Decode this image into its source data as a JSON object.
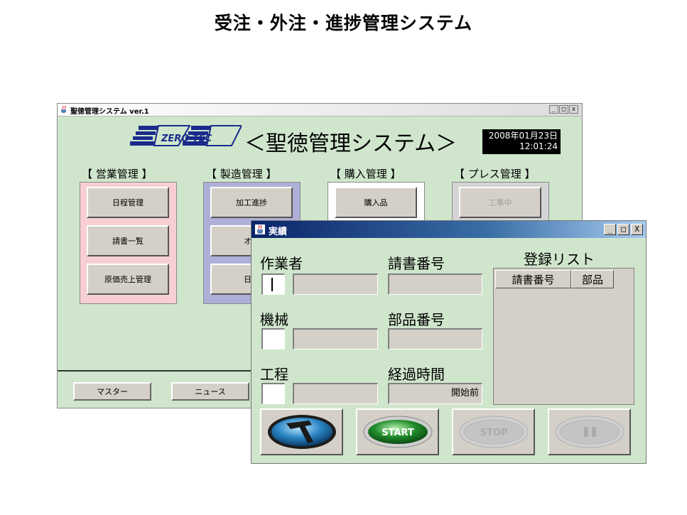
{
  "slide": {
    "title": "受注・外注・進捗管理システム"
  },
  "main_window": {
    "title": "聖徳管理システム  ver.1",
    "window_buttons": {
      "minimize": "_",
      "maximize": "□",
      "close": "x"
    },
    "logo_text": "ZERO TEC",
    "system_title": "＜聖徳管理システム＞",
    "date": "2008年01月23日",
    "time": "12:01:24",
    "sections": [
      {
        "header": "【 営業管理 】",
        "buttons": [
          "日程管理",
          "請書一覧",
          "原価売上管理"
        ]
      },
      {
        "header": "【 製造管理 】",
        "buttons": [
          "加工進捗",
          "オー",
          "日報"
        ]
      },
      {
        "header": "【 購入管理 】",
        "buttons": [
          "購入品"
        ]
      },
      {
        "header": "【 プレス管理 】",
        "buttons": [
          "工事中"
        ]
      }
    ],
    "bottom_buttons": [
      "マスター",
      "ニュース"
    ]
  },
  "results_window": {
    "title": "実績",
    "window_buttons": {
      "minimize": "_",
      "maximize": "□",
      "close": "X"
    },
    "labels": {
      "worker": "作業者",
      "order_no": "請書番号",
      "machine": "機械",
      "part_no": "部品番号",
      "process": "工程",
      "elapsed": "経過時間"
    },
    "elapsed_value": "開始前",
    "list_title": "登録リスト",
    "list_columns": [
      "請書番号",
      "部品"
    ],
    "controls": {
      "start": "START",
      "stop": "STOP"
    }
  },
  "colors": {
    "window_bg": "#cfe6cc",
    "sales_panel": "#f7cfd3",
    "manufacturing_panel": "#aeb0d8",
    "purchase_panel": "#ffffff",
    "press_panel": "#d4d4d4",
    "start_green": "#1f8a2a",
    "tool_blue": "#2a86c4"
  },
  "icons": {
    "app": "java-cup-icon",
    "tool_button": "hammer-icon",
    "pause_button": "pause-icon"
  }
}
